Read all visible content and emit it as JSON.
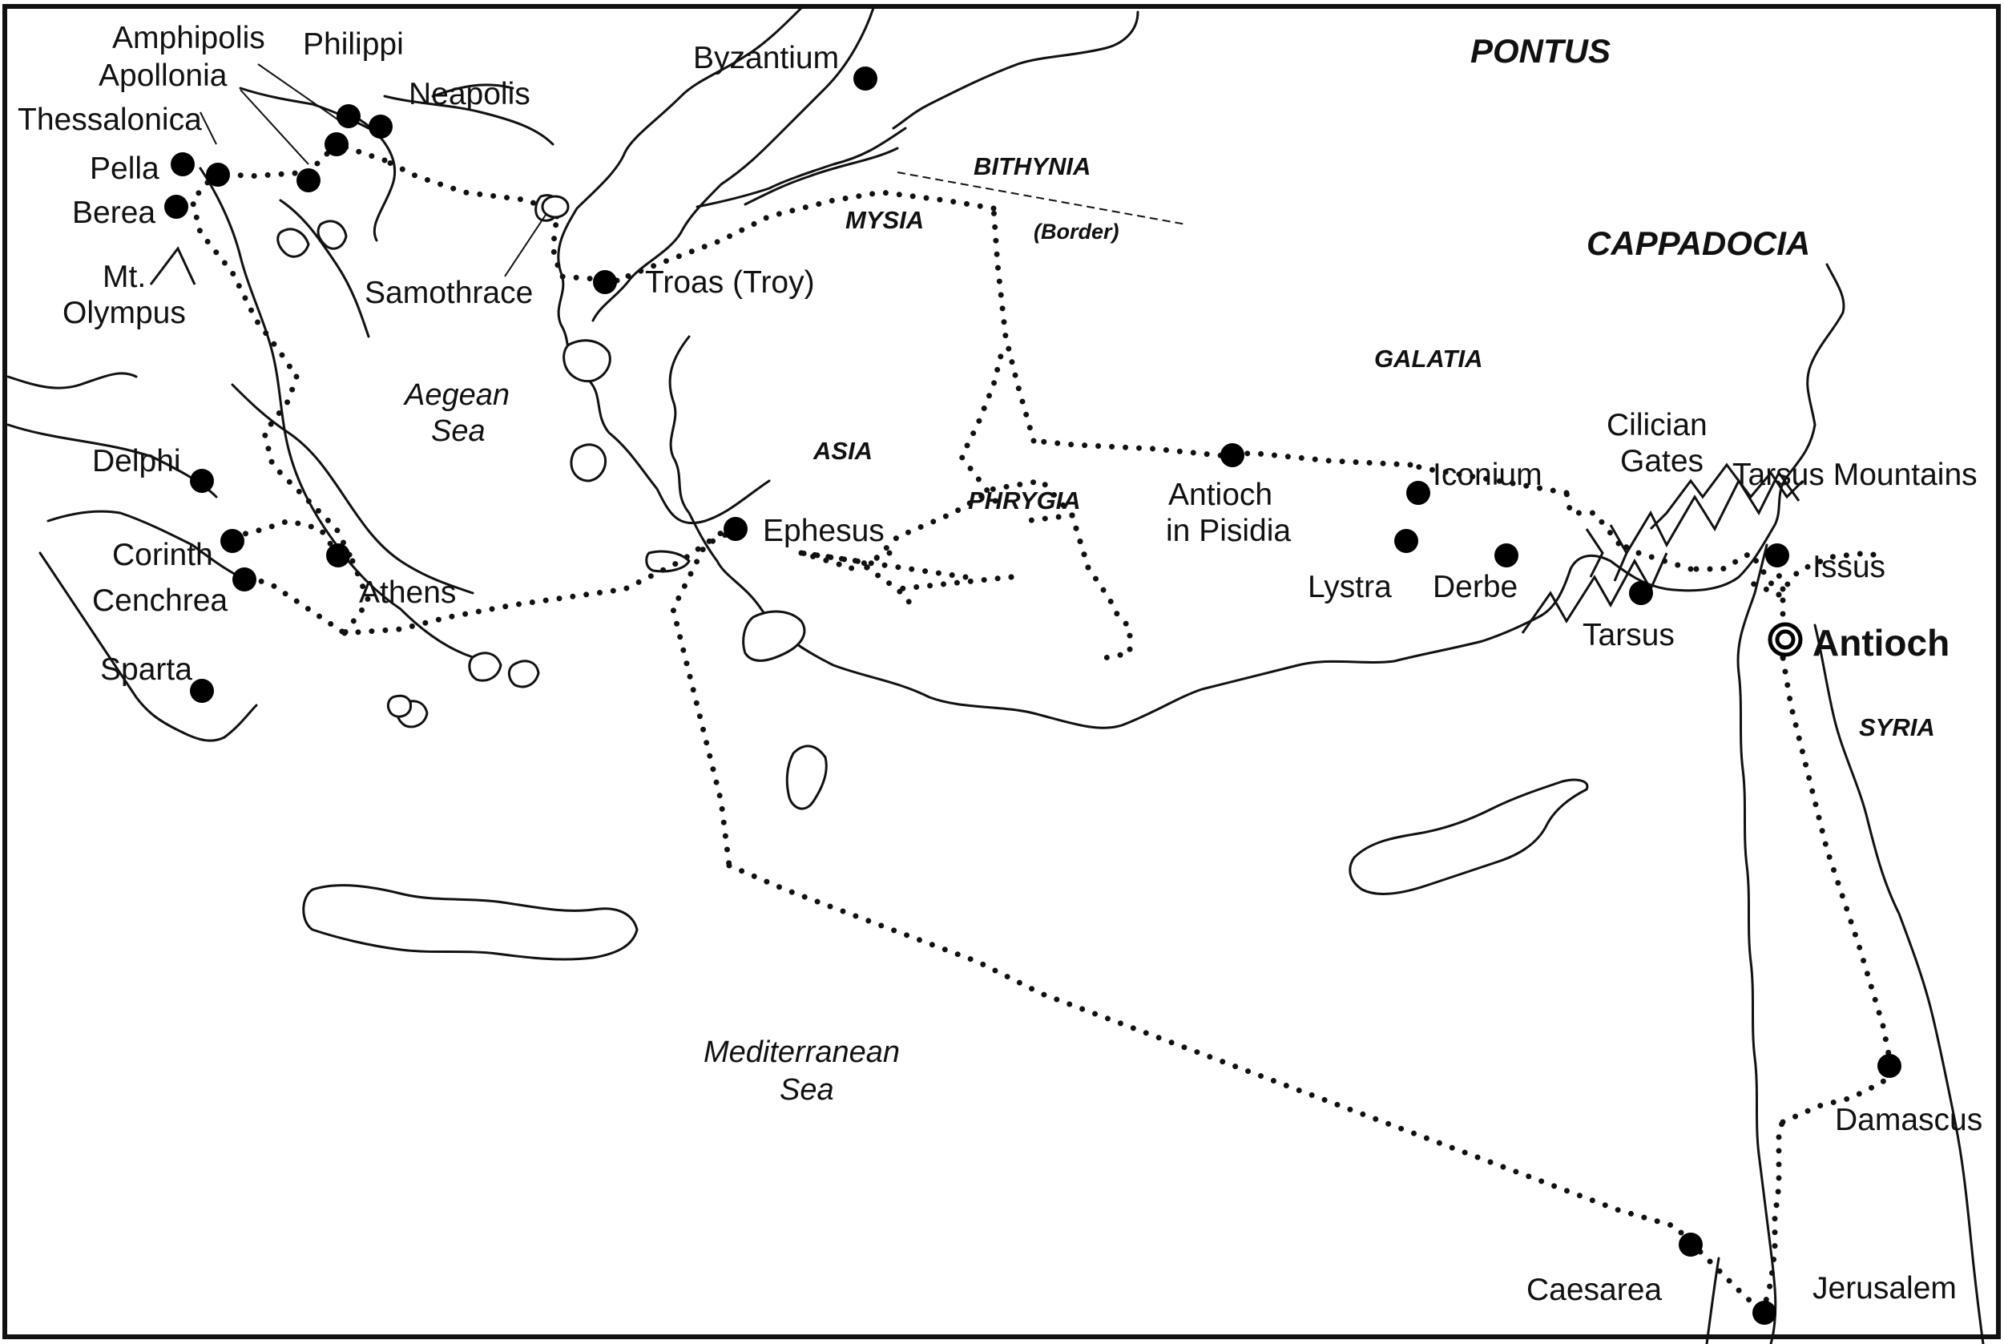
{
  "regions": {
    "pontus": "PONTUS",
    "bithynia": "BITHYNIA",
    "mysia": "MYSIA",
    "border": "(Border)",
    "cappadocia": "CAPPADOCIA",
    "galatia": "GALATIA",
    "asia": "ASIA",
    "phrygia": "PHRYGIA",
    "syria": "SYRIA"
  },
  "seas": {
    "aegean_1": "Aegean",
    "aegean_2": "Sea",
    "mediterranean_1": "Mediterranean",
    "mediterranean_2": "Sea"
  },
  "cities": {
    "amphipolis": "Amphipolis",
    "apollonia": "Apollonia",
    "philippi": "Philippi",
    "neapolis": "Neapolis",
    "thessalonica": "Thessalonica",
    "pella": "Pella",
    "berea": "Berea",
    "byzantium": "Byzantium",
    "samothrace": "Samothrace",
    "troas": "Troas (Troy)",
    "delphi": "Delphi",
    "corinth": "Corinth",
    "cenchrea": "Cenchrea",
    "athens": "Athens",
    "sparta": "Sparta",
    "ephesus": "Ephesus",
    "antioch_pisidia_1": "Antioch",
    "antioch_pisidia_2": "in Pisidia",
    "iconium": "Iconium",
    "lystra": "Lystra",
    "derbe": "Derbe",
    "tarsus": "Tarsus",
    "issus": "Issus",
    "antioch": "Antioch",
    "damascus": "Damascus",
    "caesarea": "Caesarea",
    "jerusalem": "Jerusalem"
  },
  "features": {
    "olympus_1": "Mt.",
    "olympus_2": "Olympus",
    "cilician_gates_1": "Cilician",
    "cilician_gates_2": "Gates",
    "tarsus_mountains": "Tarsus Mountains"
  },
  "icons": {
    "city": "filled-circle-icon",
    "capital": "ringed-circle-icon",
    "mountain": "mountain-peak-icon"
  },
  "colors": {
    "ink": "#111111",
    "background": "#ffffff"
  }
}
